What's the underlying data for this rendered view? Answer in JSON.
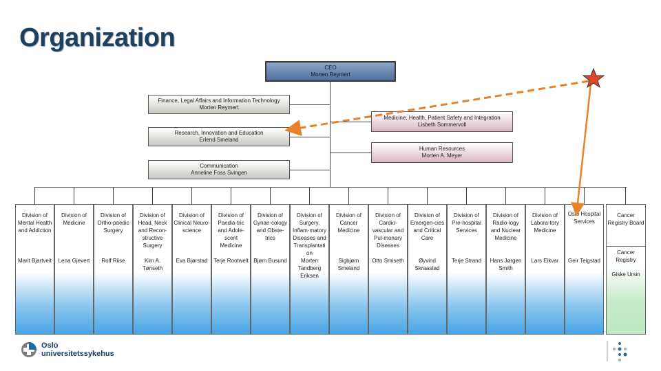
{
  "title": "Organization",
  "ceo": {
    "role": "CEO",
    "name": "Morten Reymert"
  },
  "staff_left": [
    {
      "role": "Finance, Legal Affairs and Information Technology",
      "name": "Morten Reymert"
    },
    {
      "role": "Research, Innovation and Education",
      "name": "Erlend Smeland"
    },
    {
      "role": "Communication",
      "name": "Anneline Foss Svingen"
    }
  ],
  "staff_right": [
    {
      "role": "Medicine, Health, Patient Safety and Integration",
      "name": "Lisbeth Sommervoll"
    },
    {
      "role": "Human Resources",
      "name": "Morten A. Meyer"
    }
  ],
  "divisions": [
    {
      "name": "Division of Mental Health and Addiction",
      "head": "Marit Bjartveit"
    },
    {
      "name": "Division of Medicine",
      "head": "Lena Gjevert"
    },
    {
      "name": "Division of Ortho-paedic Surgery",
      "head": "Rolf Riise"
    },
    {
      "name": "Division of Head, Neck and Recon-structive Surgery",
      "head": "Kim A. Tønseth"
    },
    {
      "name": "Division of Clinical Neuro-science",
      "head": "Eva Bjørstad"
    },
    {
      "name": "Division of Paedia-tric and Adole-scent Medicine",
      "head": "Terje Rootwelt"
    },
    {
      "name": "Division of Gynae-cology and Obste-trics",
      "head": "Bjørn Busund"
    },
    {
      "name": "Division of Surgery, Inflam-matory Diseases and Transplantati on",
      "head": "Morten Tandberg Eriksen"
    },
    {
      "name": "Division of Cancer Medicine",
      "head": "Sigbjørn Smeland"
    },
    {
      "name": "Division of Cardio-vascular and Pul-monary Diseases",
      "head": "Otto Smiseth"
    },
    {
      "name": "Division of Emergen-cies and Critical Care",
      "head": "Øyvind Skraastad"
    },
    {
      "name": "Division of Pre-hospital Services",
      "head": "Terje Strand"
    },
    {
      "name": "Division of Radio-logy and Nuclear Medicine",
      "head": "Hans Jørgen Smith"
    },
    {
      "name": "Division of Labora-tory Medicine",
      "head": "Lars Eikvar"
    },
    {
      "name": "Oslo Hospital Services",
      "head": "Geir Teigstad"
    }
  ],
  "registry": {
    "name": "Cancer Registry Board",
    "sub": "Cancer Registry",
    "head": "Giske Ursin"
  },
  "logo": {
    "line1": "Oslo",
    "line2": "universitetssykehus"
  },
  "colors": {
    "accent_orange": "#e8822a",
    "star": "#e0462a",
    "ceo": "#5b7aa6"
  }
}
